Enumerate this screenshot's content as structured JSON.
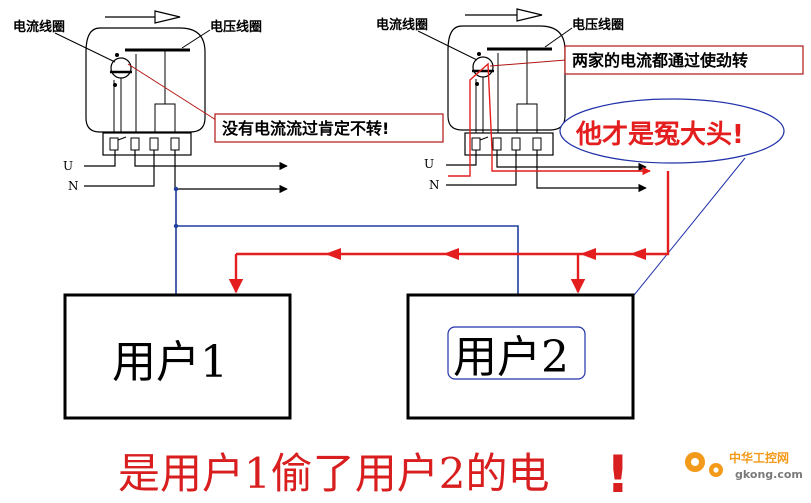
{
  "left_meter": {
    "current_coil_label": "电流线圈",
    "voltage_coil_label": "电压线圈",
    "terminal_u": "U",
    "terminal_n": "N",
    "callout": "没有电流流过肯定不转!"
  },
  "right_meter": {
    "current_coil_label": "电流线圈",
    "voltage_coil_label": "电压线圈",
    "terminal_u": "U",
    "terminal_n": "N",
    "callout_box": "两家的电流都通过使劲转",
    "callout_oval": "他才是冤大头!"
  },
  "users": {
    "user1_label": "用户1",
    "user2_label": "用户2"
  },
  "headline": {
    "text": "是用户1偷了用户2的电",
    "mark": "!"
  },
  "watermark": {
    "site_cn": "中华工控网",
    "site_url": "gkong.com"
  },
  "colors": {
    "ink": "#000000",
    "live_wire": "#e41e1e",
    "neutral_wire": "#1f3f9f",
    "callout_border": "#b21414",
    "headline": "#d81e1e",
    "user2_oval": "#2233aa",
    "watermark_orange": "#f39a1a"
  }
}
